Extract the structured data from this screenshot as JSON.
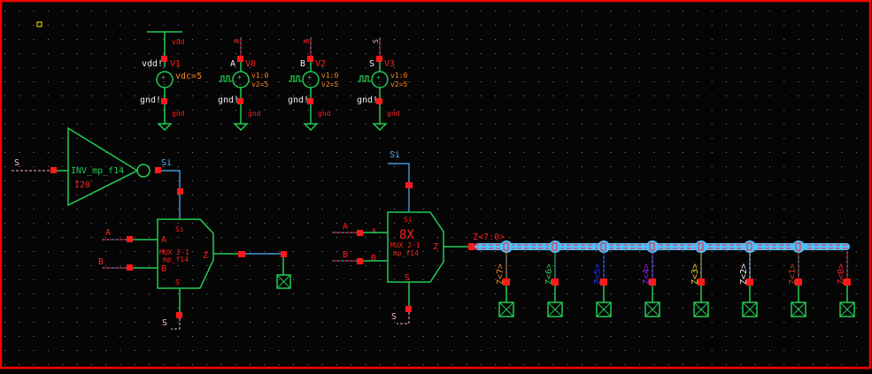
{
  "colors": {
    "background": "#050505",
    "frame": "#ff0000",
    "grid_dot": "#8a8aa0",
    "wire": "#22cc55",
    "net_blue": "#4fb4ff",
    "pin_red": "#ff1a1a",
    "label_red": "#ff2020",
    "label_orange": "#ff8a1a",
    "label_white": "#f0f0f0",
    "label_pink": "#ffb0d8",
    "bus": "#4fc0ff"
  },
  "sources": [
    {
      "id": "V1",
      "net_top": "vdd",
      "pin_label": "vdd!",
      "params": [
        "vdc=5"
      ],
      "net_bottom": "gnd",
      "gnd_label": "gnd!",
      "type": "dc"
    },
    {
      "id": "V0",
      "net_top": "A",
      "pin_label": "A",
      "params": [
        "v1:0",
        "v2=5"
      ],
      "net_bottom": "gnd",
      "gnd_label": "gnd!",
      "type": "pulse"
    },
    {
      "id": "V2",
      "net_top": "B",
      "pin_label": "B",
      "params": [
        "v1:0",
        "v2=5"
      ],
      "net_bottom": "gnd",
      "gnd_label": "gnd!",
      "type": "pulse"
    },
    {
      "id": "V3",
      "net_top": "S",
      "pin_label": "S",
      "params": [
        "v1:0",
        "v2=5"
      ],
      "net_bottom": "gnd",
      "gnd_label": "gnd!",
      "type": "pulse"
    }
  ],
  "inverter": {
    "cell": "INV_mp_f14",
    "instance": "I20",
    "in_net": "S",
    "out_net": "Si"
  },
  "mux1": {
    "cell_line1": "MUX 2-1",
    "cell_line2": "mp_f14",
    "pin_a": "A",
    "pin_b": "B",
    "pin_z": "Z",
    "pin_top": "Si",
    "pin_bottom": "S",
    "net_a": "A",
    "net_b": "B",
    "net_s": "S"
  },
  "mux2": {
    "instance": "8X",
    "cell_line1": "MUX 2-1",
    "cell_line2": "mp_f14",
    "pin_a": "A",
    "pin_b": "B",
    "pin_z": "Z",
    "pin_top": "Si",
    "pin_bottom": "S",
    "net_a": "A",
    "net_b": "B",
    "net_si": "Si",
    "net_s": "S",
    "out_bus": "Z<7:0>"
  },
  "bus_taps": [
    {
      "label": "Z<7>",
      "color": "#ff8a1a"
    },
    {
      "label": "Z<6>",
      "color": "#22cc55"
    },
    {
      "label": "Z<5>",
      "color": "#2030ff"
    },
    {
      "label": "Z<4>",
      "color": "#9a20e0"
    },
    {
      "label": "Z<3>",
      "color": "#e8d820"
    },
    {
      "label": "Z<2>",
      "color": "#f0f0f0"
    },
    {
      "label": "Z<1>",
      "color": "#c84020"
    },
    {
      "label": "Z<0>",
      "color": "#ff2020"
    }
  ]
}
